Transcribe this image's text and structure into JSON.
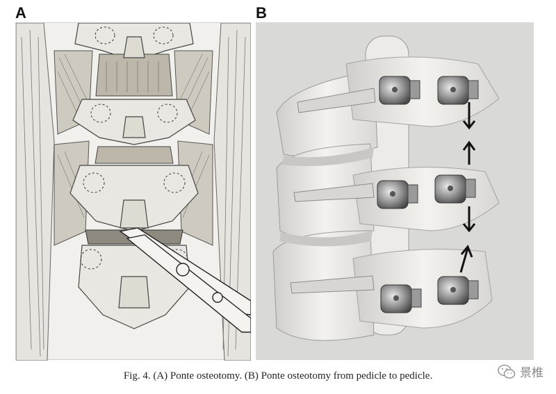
{
  "figure": {
    "panel_a_label": "A",
    "panel_b_label": "B",
    "caption": "Fig. 4.  (A) Ponte osteotomy. (B) Ponte osteotomy from pedicle to pedicle.",
    "watermark_text": "景椎",
    "icons": {
      "watermark": "wechat-logo-icon",
      "arrows": "arrow-icon"
    }
  }
}
